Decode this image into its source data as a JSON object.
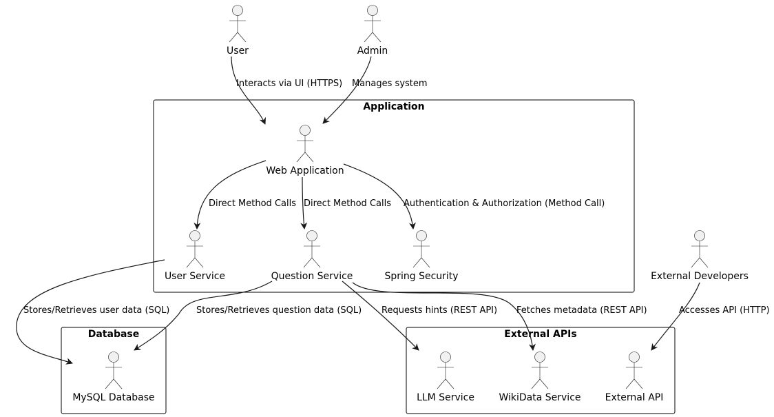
{
  "frames": {
    "application": "Application",
    "database": "Database",
    "external_apis": "External APIs"
  },
  "actors": {
    "user": "User",
    "admin": "Admin",
    "web_application": "Web Application",
    "user_service": "User Service",
    "question_service": "Question Service",
    "spring_security": "Spring Security",
    "external_developers": "External Developers",
    "mysql_database": "MySQL Database",
    "llm_service": "LLM Service",
    "wikidata_service": "WikiData Service",
    "external_api": "External API"
  },
  "edges": {
    "user_to_web": "Interacts via UI (HTTPS)",
    "admin_to_web": "Manages system",
    "web_to_user_service": "Direct Method Calls",
    "web_to_question_service": "Direct Method Calls",
    "web_to_security": "Authentication & Authorization (Method Call)",
    "user_service_to_db": "Stores/Retrieves user data (SQL)",
    "question_service_to_db": "Stores/Retrieves question data (SQL)",
    "question_service_to_llm": "Requests hints (REST API)",
    "question_service_to_wikidata": "Fetches metadata (REST API)",
    "devs_to_external_api": "Accesses API (HTTP)"
  },
  "colors": {
    "actor_fill": "#f1f1f1",
    "line": "#181818",
    "frame_border": "#000000",
    "background": "#ffffff"
  }
}
